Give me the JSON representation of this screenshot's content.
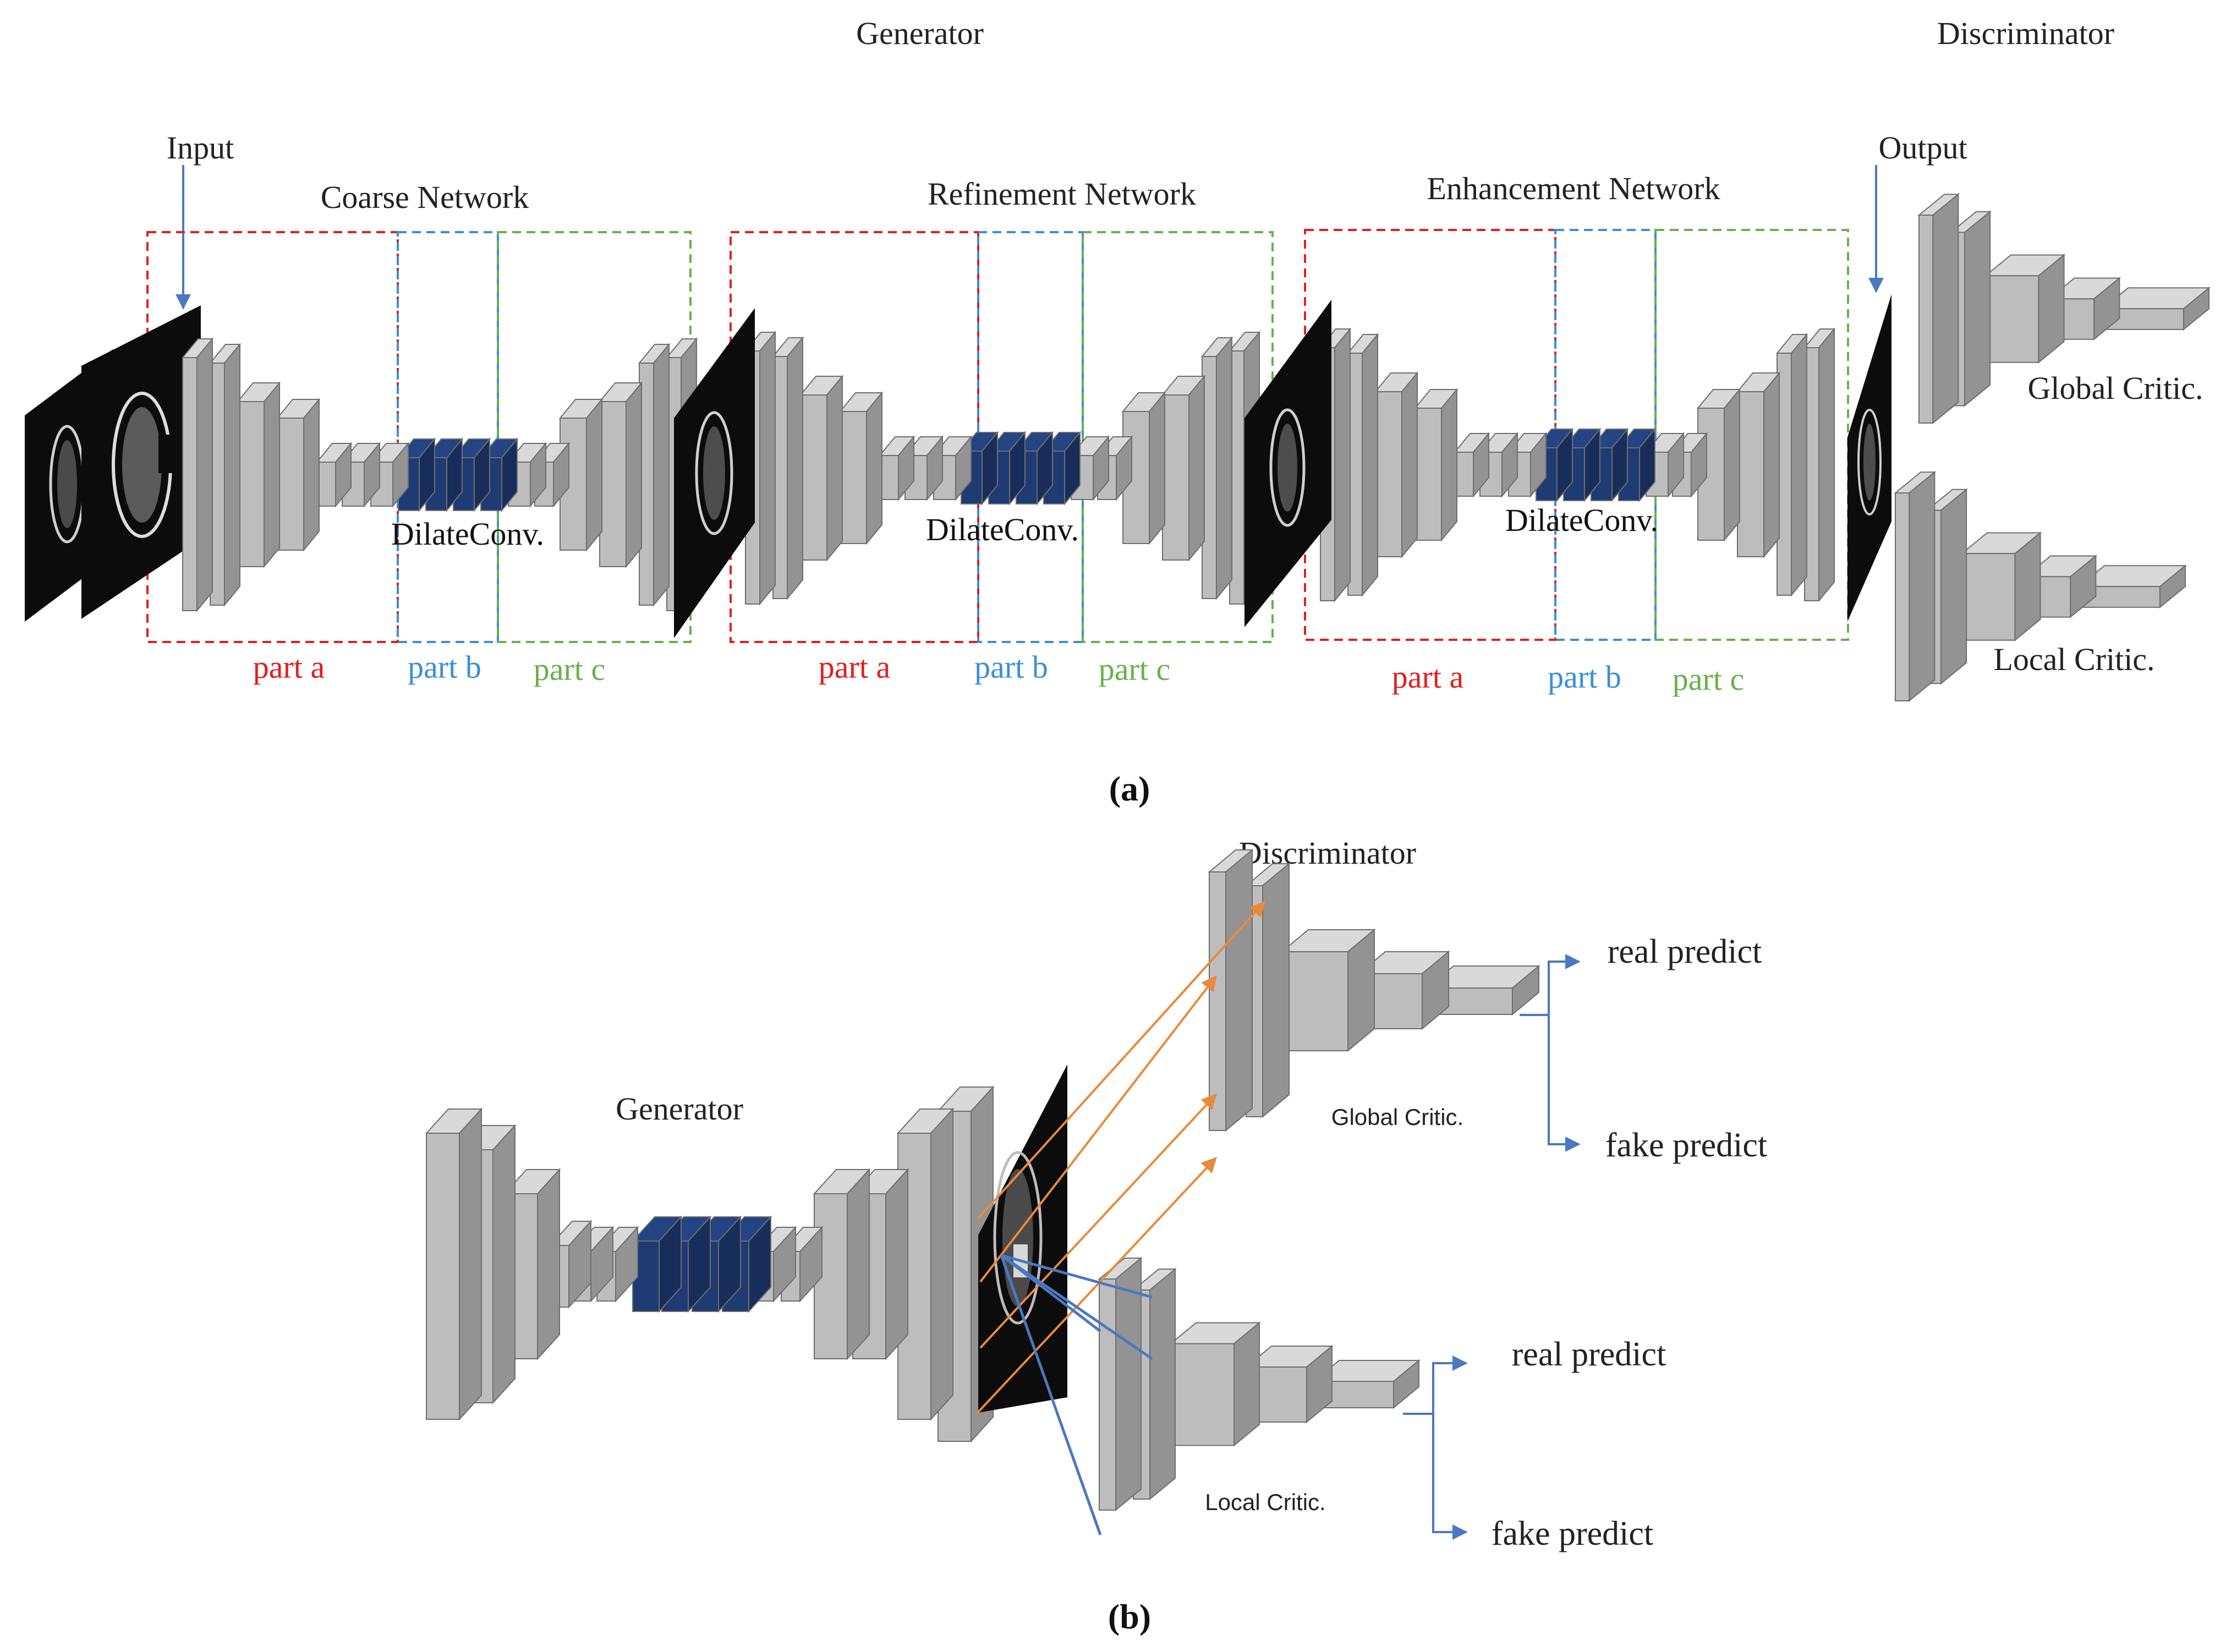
{
  "panel_a": {
    "generator_title": "Generator",
    "discriminator_title": "Discriminator",
    "input_label": "Input",
    "output_label": "Output",
    "networks": [
      {
        "title": "Coarse Network",
        "dilate_label": "DilateConv."
      },
      {
        "title": "Refinement Network",
        "dilate_label": "DilateConv."
      },
      {
        "title": "Enhancement Network",
        "dilate_label": "DilateConv."
      }
    ],
    "parts": [
      "part a",
      "part b",
      "part c"
    ],
    "global_critic": "Global Critic.",
    "local_critic": "Local Critic.",
    "caption": "(a)"
  },
  "panel_b": {
    "generator_label": "Generator",
    "discriminator_label": "Discriminator",
    "global_critic": "Global Critic.",
    "local_critic": "Local Critic.",
    "real_predict": "real predict",
    "fake_predict": "fake predict",
    "caption": "(b)"
  },
  "colors": {
    "part_a": "#e02020",
    "part_b": "#3b8fd6",
    "part_c": "#6ab04c",
    "dilate_block": "#1f3b73",
    "layer_block": "#bdbdbd",
    "arrow_blue": "#4a78c2",
    "arrow_orange": "#e88a3c"
  },
  "icons": {
    "mri_slice": "brain-mri-slice-icon",
    "arrow": "arrow-icon"
  }
}
